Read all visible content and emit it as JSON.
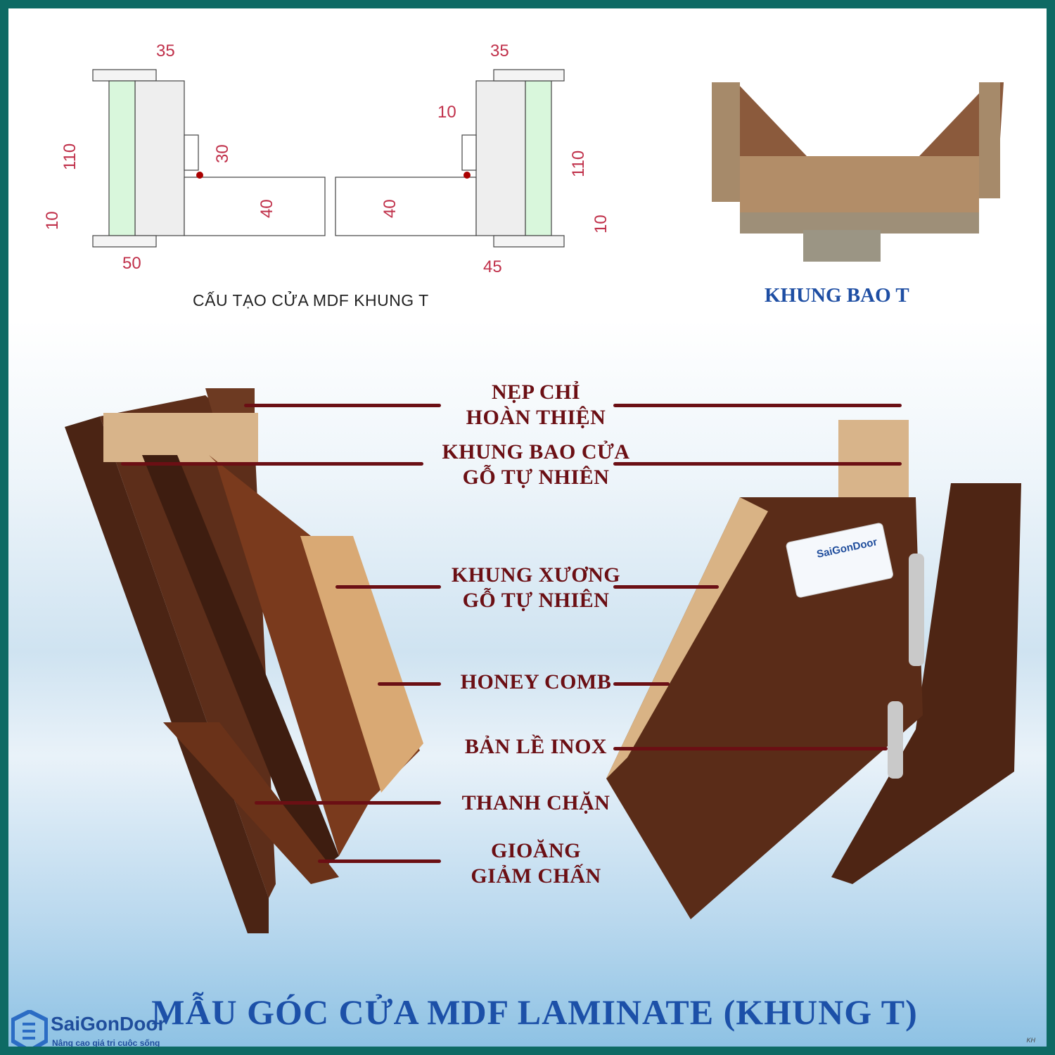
{
  "drawing": {
    "caption": "CẤU TẠO CỬA MDF KHUNG T",
    "dimensions": {
      "left_top": "35",
      "left_height": "110",
      "left_bottom_gap": "10",
      "left_base": "50",
      "rebate": "30",
      "door_left": "40",
      "door_right": "40",
      "right_top_gap": "10",
      "right_top": "35",
      "right_height": "110",
      "right_bottom_gap": "10",
      "right_base": "45"
    }
  },
  "photo_frame": {
    "caption": "KHUNG BAO T"
  },
  "labels": [
    {
      "line1": "NẸP CHỈ",
      "line2": "HOÀN THIỆN"
    },
    {
      "line1": "KHUNG BAO CỬA",
      "line2": "GỖ TỰ NHIÊN"
    },
    {
      "line1": "KHUNG XƯƠNG",
      "line2": "GỖ TỰ NHIÊN"
    },
    {
      "line1": "HONEY COMB",
      "line2": ""
    },
    {
      "line1": "BẢN LỀ INOX",
      "line2": ""
    },
    {
      "line1": "THANH CHẶN",
      "line2": ""
    },
    {
      "line1": "GIOĂNG",
      "line2": "GIẢM CHẤN"
    }
  ],
  "sticker": {
    "brand": "SaiGonDoor"
  },
  "title": "MẪU GÓC CỬA MDF LAMINATE (KHUNG T)",
  "logo": {
    "name": "SaiGonDoor",
    "tagline": "Nâng cao giá trị cuộc sống"
  },
  "signature": "KH",
  "colors": {
    "border": "#0e6a64",
    "label": "#6b0f14",
    "title": "#1c50a8",
    "wood": "#5a2e1c"
  }
}
